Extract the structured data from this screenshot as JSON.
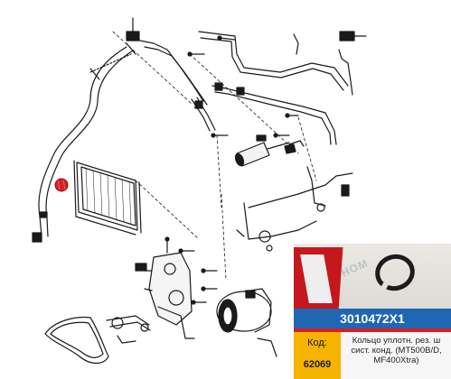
{
  "product": {
    "part_number": "3010472X1",
    "code_label": "Код:",
    "code_value": "62069",
    "description": "Кольцо уплотн. рез. ш сист. конд. (MT500B/D, MF400Xtra)",
    "watermark": "НОМ",
    "colors": {
      "part_band": "#1f66b3",
      "code_box": "#f4b400",
      "accent_stripe": "#d81e24",
      "highlight": "#d42027"
    }
  },
  "diagram": {
    "highlighted_part": "red-oring-marker",
    "line_color": "#1a1a1a"
  }
}
